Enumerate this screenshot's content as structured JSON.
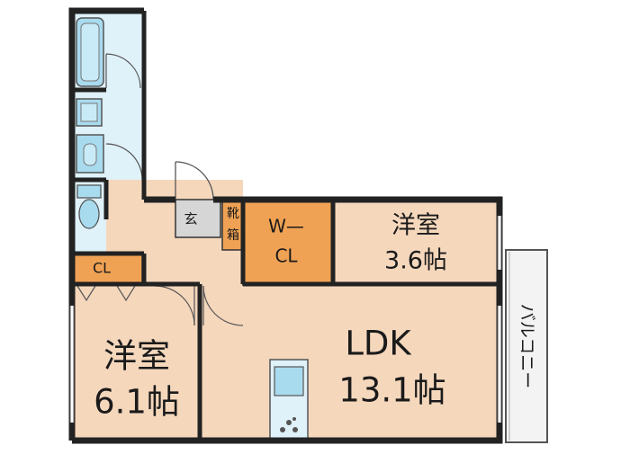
{
  "rooms": {
    "western_large": {
      "name": "洋室",
      "size": "6.1帖"
    },
    "ldk": {
      "name": "LDK",
      "size": "13.1帖"
    },
    "western_small": {
      "name": "洋室",
      "size": "3.6帖"
    },
    "walkin_closet": {
      "line1": "W—",
      "line2": "CL"
    },
    "closet": {
      "label": "CL"
    },
    "entrance": {
      "label": "玄"
    },
    "shoe_box": {
      "line1": "靴",
      "line2": "箱"
    },
    "balcony": {
      "label": "バルコニー"
    }
  },
  "colors": {
    "room_fill": "#f5d7bc",
    "closet_fill": "#f0a254",
    "wet_fill": "#dff1f9",
    "fixture_fill": "#a9dbef",
    "wall": "#222222",
    "entrance_fill": "#d6d6d6",
    "balcony_fill": "#f3f3f3"
  }
}
